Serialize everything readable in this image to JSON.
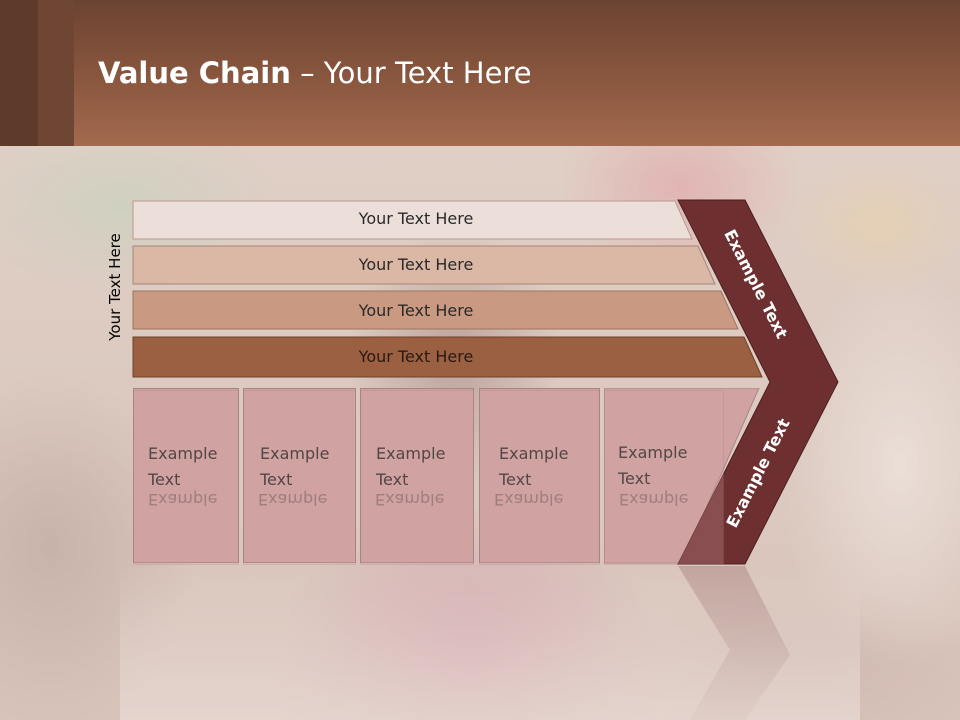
{
  "title": {
    "bold": "Value Chain",
    "rest": " – Your Text Here"
  },
  "side_label": "Your Text Here",
  "tiers": [
    {
      "label": "Your Text Here",
      "color": "#ecdfd9"
    },
    {
      "label": "Your Text Here",
      "color": "#dbb7a6"
    },
    {
      "label": "Your Text Here",
      "color": "#c99a81"
    },
    {
      "label": "Your Text Here",
      "color": "#9b5f41"
    }
  ],
  "activities": [
    {
      "line1": "Example",
      "line2": "Text"
    },
    {
      "line1": "Example",
      "line2": "Text"
    },
    {
      "line1": "Example",
      "line2": "Text"
    },
    {
      "line1": "Example",
      "line2": "Text"
    },
    {
      "line1": "Example",
      "line2": "Text"
    }
  ],
  "margin_upper": "Example Text",
  "margin_lower": "Example Text",
  "colors": {
    "title_band": "#8a573f",
    "chevron": "#6e2f30",
    "activity_fill": "#d1a2a2"
  }
}
